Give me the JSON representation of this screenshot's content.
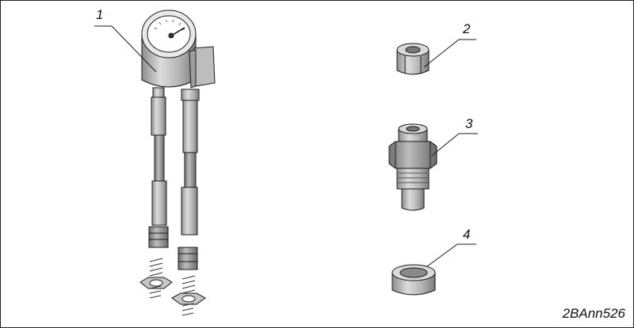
{
  "callouts": [
    "1",
    "2",
    "3",
    "4"
  ],
  "figure_code": "2BAnn526",
  "colors": {
    "part_light": "#d4d4d4",
    "part_mid": "#a8a8a8",
    "part_dark": "#6e6e6e",
    "line": "#1a1a1a"
  }
}
